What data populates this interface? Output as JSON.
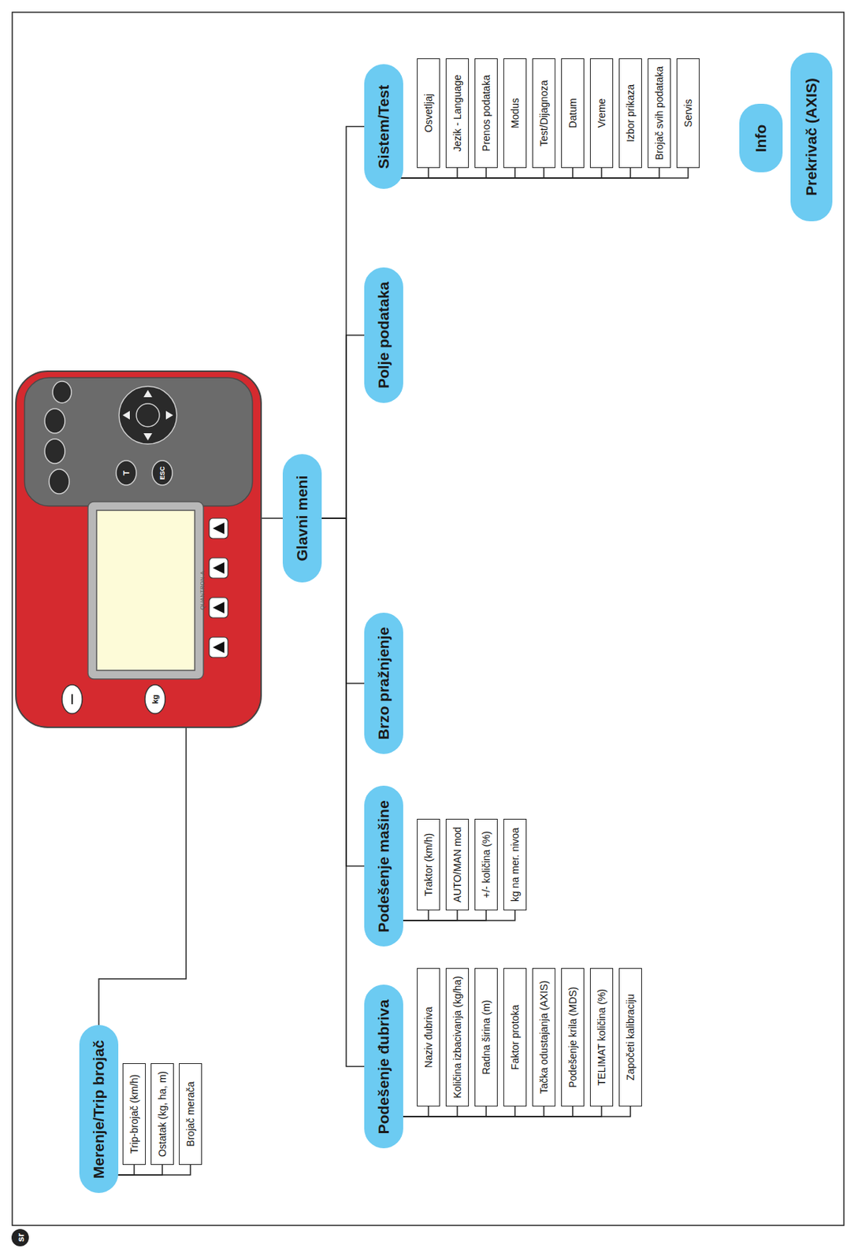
{
  "diagram": {
    "nodes": [
      {
        "text": [
          "Merenje/Trip brojač"
        ]
      },
      {
        "text": [
          "Trip-brojač (km/h)"
        ]
      },
      {
        "text": [
          "Ostatak (kg, ha, m)"
        ]
      },
      {
        "text": [
          "Brojač merača"
        ]
      },
      {
        "text": [
          "Glavni meni"
        ]
      },
      {
        "text": [
          "Podešenje đubriva"
        ]
      },
      {
        "text": [
          "Naziv đubriva"
        ]
      },
      {
        "text": [
          "Količina izbacivanja (kg/ha)"
        ]
      },
      {
        "text": [
          "Radna širina (m)"
        ]
      },
      {
        "text": [
          "Faktor protoka"
        ]
      },
      {
        "text": [
          "Tačka odustajanja (AXIS)"
        ]
      },
      {
        "text": [
          "Podešenje krila (MDS)"
        ]
      },
      {
        "text": [
          "TELIMAT količina (%)"
        ]
      },
      {
        "text": [
          "Započeti kalibraciju"
        ]
      },
      {
        "text": [
          "Podešenje mašine"
        ]
      },
      {
        "text": [
          "Traktor (km/h)"
        ]
      },
      {
        "text": [
          "AUTO/MAN mod"
        ]
      },
      {
        "text": [
          "+/- količina (%)"
        ]
      },
      {
        "text": [
          "kg na mer. nivoa"
        ]
      },
      {
        "text": [
          "Brzo pražnjenje"
        ]
      },
      {
        "text": [
          "Polje podataka"
        ]
      },
      {
        "text": [
          "Sistem/Test"
        ]
      },
      {
        "text": [
          "Osvetljaj"
        ]
      },
      {
        "text": [
          "Jezik - Language"
        ]
      },
      {
        "text": [
          "Prenos podataka"
        ]
      },
      {
        "text": [
          "Modus"
        ]
      },
      {
        "text": [
          "Test/Dijagnoza"
        ]
      },
      {
        "text": [
          "Datum"
        ]
      },
      {
        "text": [
          "Vreme"
        ]
      },
      {
        "text": [
          "Izbor prikaza"
        ]
      },
      {
        "text": [
          "Brojač svih podataka"
        ]
      },
      {
        "text": [
          "Servis"
        ]
      },
      {
        "text": [
          "Info"
        ]
      },
      {
        "text": [
          "Prekrivač (AXIS)"
        ]
      }
    ],
    "edges": [
      {
        "from": 0,
        "to": 1,
        "arrow": "none"
      },
      {
        "from": 0,
        "to": 2,
        "arrow": "none"
      },
      {
        "from": 0,
        "to": 3,
        "arrow": "none"
      },
      {
        "from": 4,
        "to": 5,
        "arrow": "none"
      },
      {
        "from": 4,
        "to": 14,
        "arrow": "none"
      },
      {
        "from": 4,
        "to": 19,
        "arrow": "none"
      },
      {
        "from": 4,
        "to": 20,
        "arrow": "none"
      },
      {
        "from": 4,
        "to": 21,
        "arrow": "none"
      },
      {
        "from": 5,
        "to": 6,
        "arrow": "none"
      },
      {
        "from": 5,
        "to": 7,
        "arrow": "none"
      },
      {
        "from": 5,
        "to": 8,
        "arrow": "none"
      },
      {
        "from": 5,
        "to": 9,
        "arrow": "none"
      },
      {
        "from": 5,
        "to": 10,
        "arrow": "none"
      },
      {
        "from": 5,
        "to": 11,
        "arrow": "none"
      },
      {
        "from": 5,
        "to": 12,
        "arrow": "none"
      },
      {
        "from": 5,
        "to": 13,
        "arrow": "none"
      },
      {
        "from": 14,
        "to": 15,
        "arrow": "none"
      },
      {
        "from": 14,
        "to": 16,
        "arrow": "none"
      },
      {
        "from": 14,
        "to": 17,
        "arrow": "none"
      },
      {
        "from": 14,
        "to": 18,
        "arrow": "none"
      },
      {
        "from": 21,
        "to": 22,
        "arrow": "none"
      },
      {
        "from": 21,
        "to": 23,
        "arrow": "none"
      },
      {
        "from": 21,
        "to": 24,
        "arrow": "none"
      },
      {
        "from": 21,
        "to": 25,
        "arrow": "none"
      },
      {
        "from": 21,
        "to": 26,
        "arrow": "none"
      },
      {
        "from": 21,
        "to": 27,
        "arrow": "none"
      },
      {
        "from": 21,
        "to": 28,
        "arrow": "none"
      },
      {
        "from": 21,
        "to": 29,
        "arrow": "none"
      },
      {
        "from": 21,
        "to": 30,
        "arrow": "none"
      },
      {
        "from": 21,
        "to": 31,
        "arrow": "none"
      }
    ],
    "labels": [
      "sr",
      "QUANTRON-A",
      "T",
      "ESC",
      "kg"
    ]
  }
}
